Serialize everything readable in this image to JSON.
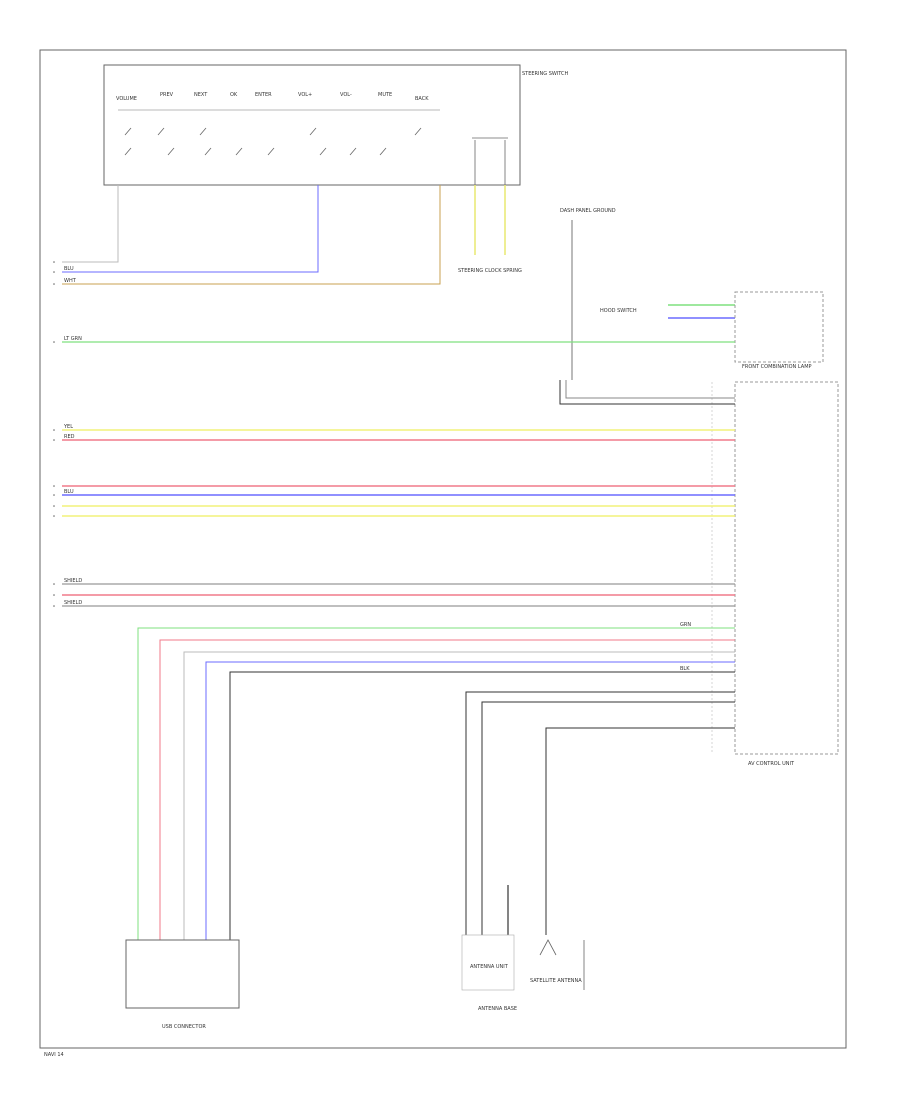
{
  "components": {
    "steering_switch": {
      "label": "STEERING SWITCH"
    },
    "usb_connector": {
      "label": "USB CONNECTOR"
    },
    "satellite_antenna": {
      "label": "SATELLITE ANTENNA"
    },
    "antenna_base": {
      "label": "ANTENNA BASE"
    },
    "antenna_unit": {
      "label": "ANTENNA UNIT"
    },
    "steering_clock_spring": {
      "label": "STEERING CLOCK SPRING"
    },
    "av_control_unit": {
      "label": "AV CONTROL UNIT"
    },
    "front_combination_lamp": {
      "label": "FRONT COMBINATION LAMP"
    },
    "hood_switch": {
      "label": "HOOD SWITCH"
    },
    "dash_panel": {
      "label": "DASH PANEL GROUND"
    }
  },
  "switch_labels": [
    "VOLUME",
    "PREV",
    "NEXT",
    "OK",
    "ENTER",
    "VOL+",
    "VOL-",
    "MUTE",
    "BACK"
  ],
  "wire_labels": {
    "w_red": "RED",
    "w_blu": "BLU",
    "w_yel": "YEL",
    "w_grn": "GRN",
    "w_wht": "WHT",
    "w_shield": "SHIELD",
    "w_blk": "BLK",
    "w_ltgrn": "LT GRN"
  },
  "footer": {
    "page_ref": "NAVI 14"
  },
  "colors": {
    "blue": "#6b6bff",
    "tan": "#c8a050",
    "green": "#7fe07f",
    "yellow": "#f2f27a",
    "red": "#f07a8a",
    "gray": "#888888",
    "black": "#333333"
  }
}
